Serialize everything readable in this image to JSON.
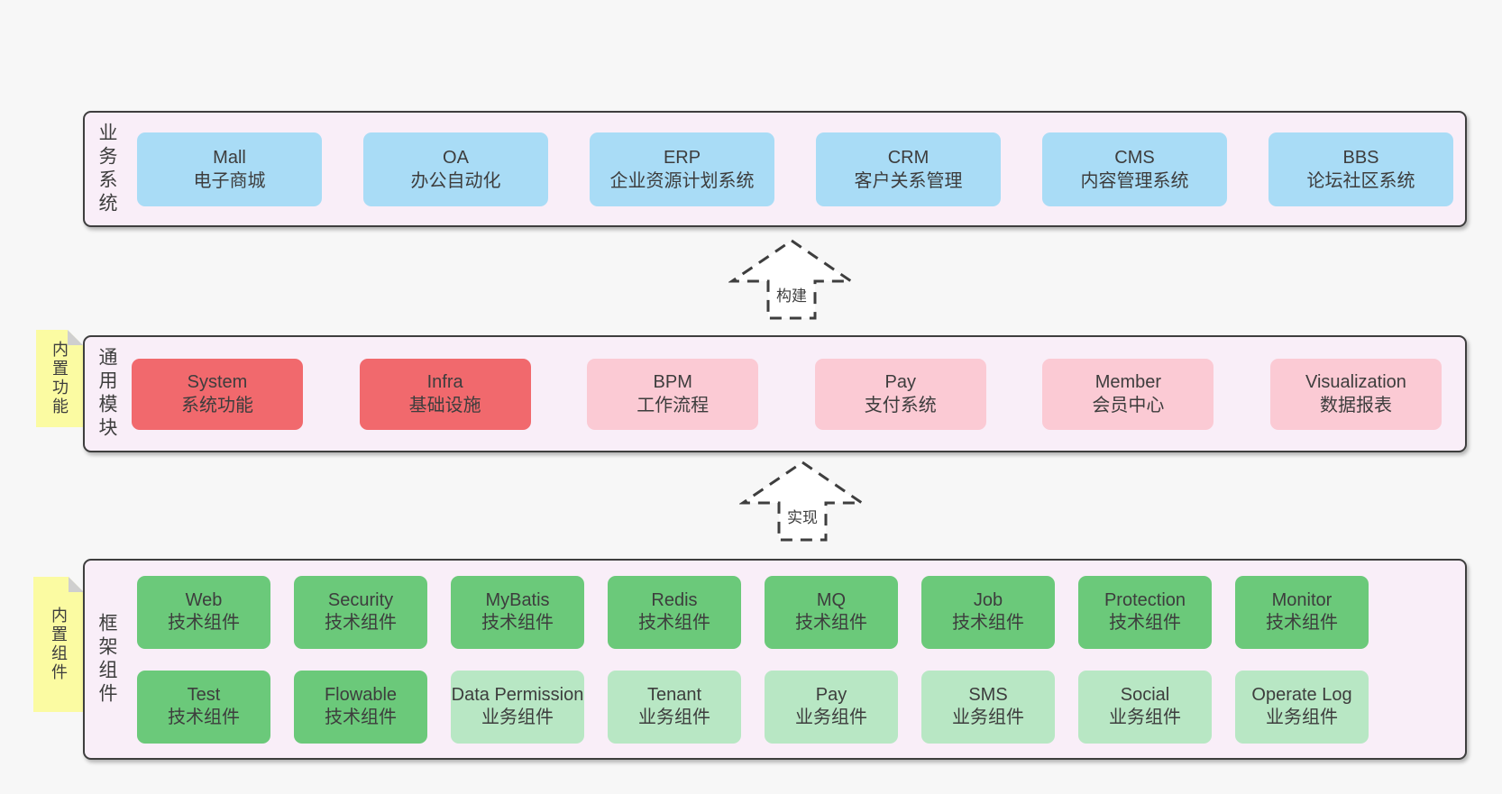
{
  "diagram": {
    "layers": [
      {
        "id": "business",
        "title": "业务系统",
        "boxes": [
          {
            "name": "Mall",
            "subtitle": "电子商城"
          },
          {
            "name": "OA",
            "subtitle": "办公自动化"
          },
          {
            "name": "ERP",
            "subtitle": "企业资源计划系统"
          },
          {
            "name": "CRM",
            "subtitle": "客户关系管理"
          },
          {
            "name": "CMS",
            "subtitle": "内容管理系统"
          },
          {
            "name": "BBS",
            "subtitle": "论坛社区系统"
          }
        ]
      },
      {
        "id": "modules",
        "title": "通用模块",
        "sticky_note": "内置功能",
        "boxes": [
          {
            "name": "System",
            "subtitle": "系统功能",
            "variant": "red"
          },
          {
            "name": "Infra",
            "subtitle": "基础设施",
            "variant": "red"
          },
          {
            "name": "BPM",
            "subtitle": "工作流程",
            "variant": "pink"
          },
          {
            "name": "Pay",
            "subtitle": "支付系统",
            "variant": "pink"
          },
          {
            "name": "Member",
            "subtitle": "会员中心",
            "variant": "pink"
          },
          {
            "name": "Visualization",
            "subtitle": "数据报表",
            "variant": "pink"
          }
        ]
      },
      {
        "id": "components",
        "title": "框架组件",
        "sticky_note": "内置组件",
        "rows": [
          [
            {
              "name": "Web",
              "subtitle": "技术组件",
              "variant": "green"
            },
            {
              "name": "Security",
              "subtitle": "技术组件",
              "variant": "green"
            },
            {
              "name": "MyBatis",
              "subtitle": "技术组件",
              "variant": "green"
            },
            {
              "name": "Redis",
              "subtitle": "技术组件",
              "variant": "green"
            },
            {
              "name": "MQ",
              "subtitle": "技术组件",
              "variant": "green"
            },
            {
              "name": "Job",
              "subtitle": "技术组件",
              "variant": "green"
            },
            {
              "name": "Protection",
              "subtitle": "技术组件",
              "variant": "green"
            },
            {
              "name": "Monitor",
              "subtitle": "技术组件",
              "variant": "green"
            }
          ],
          [
            {
              "name": "Test",
              "subtitle": "技术组件",
              "variant": "green"
            },
            {
              "name": "Flowable",
              "subtitle": "技术组件",
              "variant": "green"
            },
            {
              "name": "Data Permission",
              "subtitle": "业务组件",
              "variant": "lightgreen"
            },
            {
              "name": "Tenant",
              "subtitle": "业务组件",
              "variant": "lightgreen"
            },
            {
              "name": "Pay",
              "subtitle": "业务组件",
              "variant": "lightgreen"
            },
            {
              "name": "SMS",
              "subtitle": "业务组件",
              "variant": "lightgreen"
            },
            {
              "name": "Social",
              "subtitle": "业务组件",
              "variant": "lightgreen"
            },
            {
              "name": "Operate Log",
              "subtitle": "业务组件",
              "variant": "lightgreen"
            }
          ]
        ]
      }
    ],
    "arrows": [
      {
        "label": "构建"
      },
      {
        "label": "实现"
      }
    ],
    "colors": {
      "page_background": "#f7f7f7",
      "layer_fill": "#f9eef8",
      "ink": "#3d3d3d",
      "blue": "#a9dcf6",
      "red": "#f1696d",
      "pink": "#fbcad4",
      "green": "#6bc97a",
      "light_green": "#b8e7c4",
      "sticky_yellow": "#fbfba2",
      "fold_gray": "#cfcfcf"
    }
  }
}
